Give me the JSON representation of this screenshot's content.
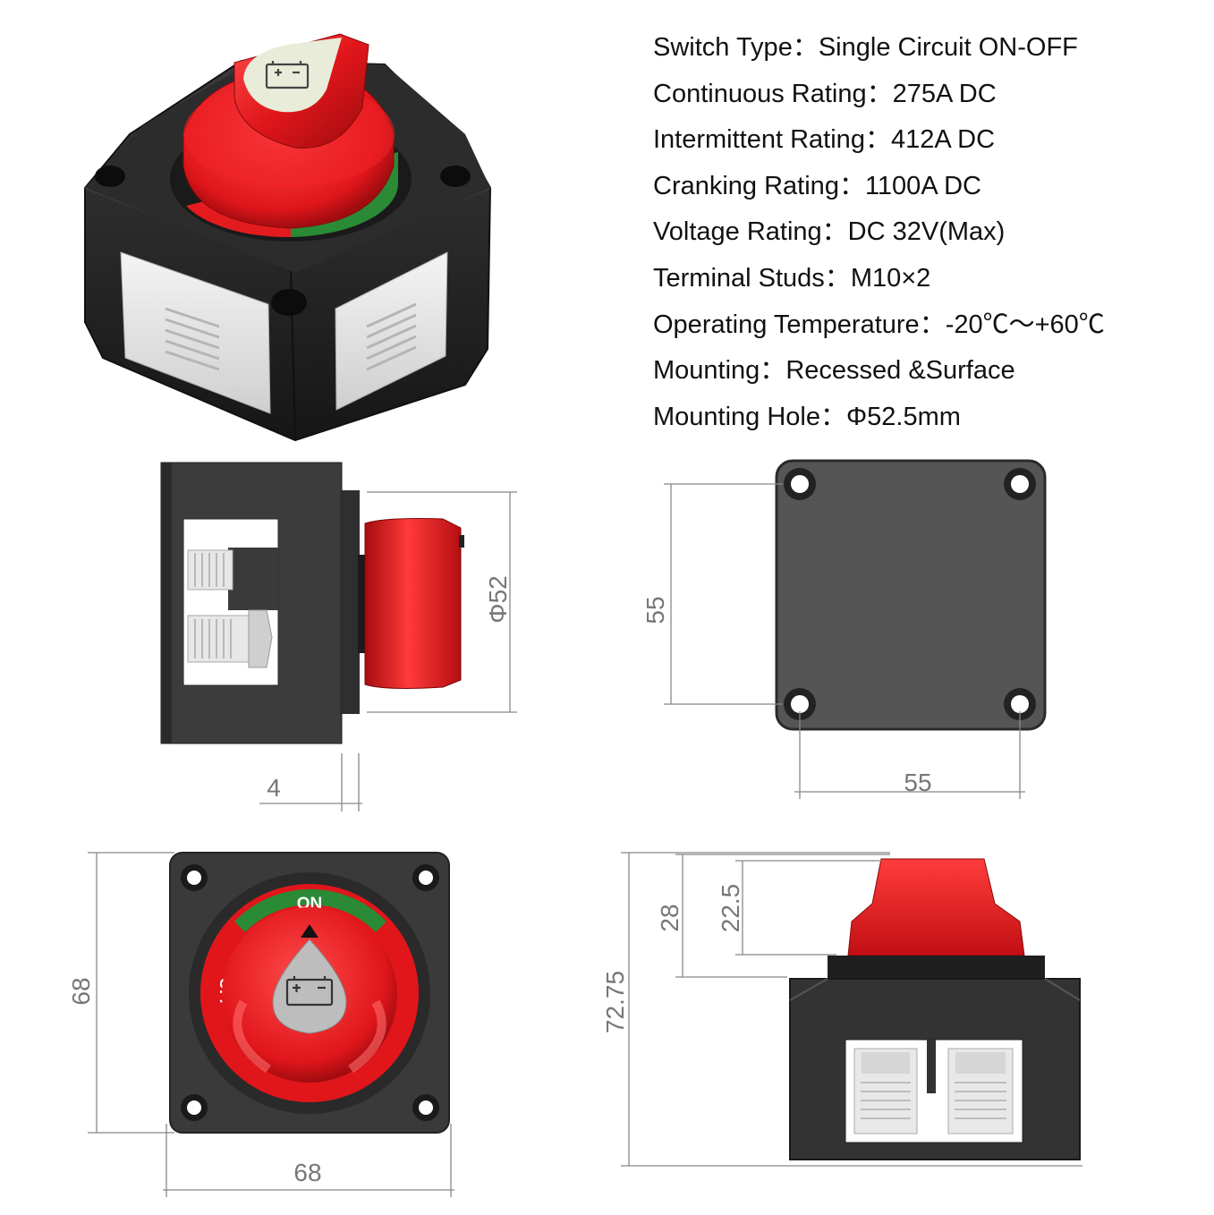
{
  "specs": [
    {
      "label": "Switch Type：",
      "value": "Single Circuit ON-OFF"
    },
    {
      "label": "Continuous Rating：",
      "value": "275A  DC"
    },
    {
      "label": "Intermittent Rating：",
      "value": "412A  DC"
    },
    {
      "label": "Cranking Rating：",
      "value": "1100A  DC"
    },
    {
      "label": "Voltage Rating：",
      "value": "DC  32V(Max)"
    },
    {
      "label": "Terminal Studs：",
      "value": "M10×2"
    },
    {
      "label": "Operating Temperature：",
      "value": "-20℃～+60℃"
    },
    {
      "label": "Mounting：",
      "value": "Recessed &Surface"
    },
    {
      "label": "Mounting Hole：",
      "value": "Φ52.5mm"
    }
  ],
  "switch_labels": {
    "on": "ON",
    "off": "OFF"
  },
  "dimensions": {
    "side_knob_diameter": "Φ52",
    "side_offset": "4",
    "back_height": "55",
    "back_width": "55",
    "top_height": "68",
    "top_width": "68",
    "front_total_height": "72.75",
    "front_knob_height": "28",
    "front_knob_top": "22.5"
  },
  "colors": {
    "knob_red": "#e0161b",
    "body_black": "#262626",
    "on_green": "#2a8a35",
    "dim_gray": "#777777"
  }
}
